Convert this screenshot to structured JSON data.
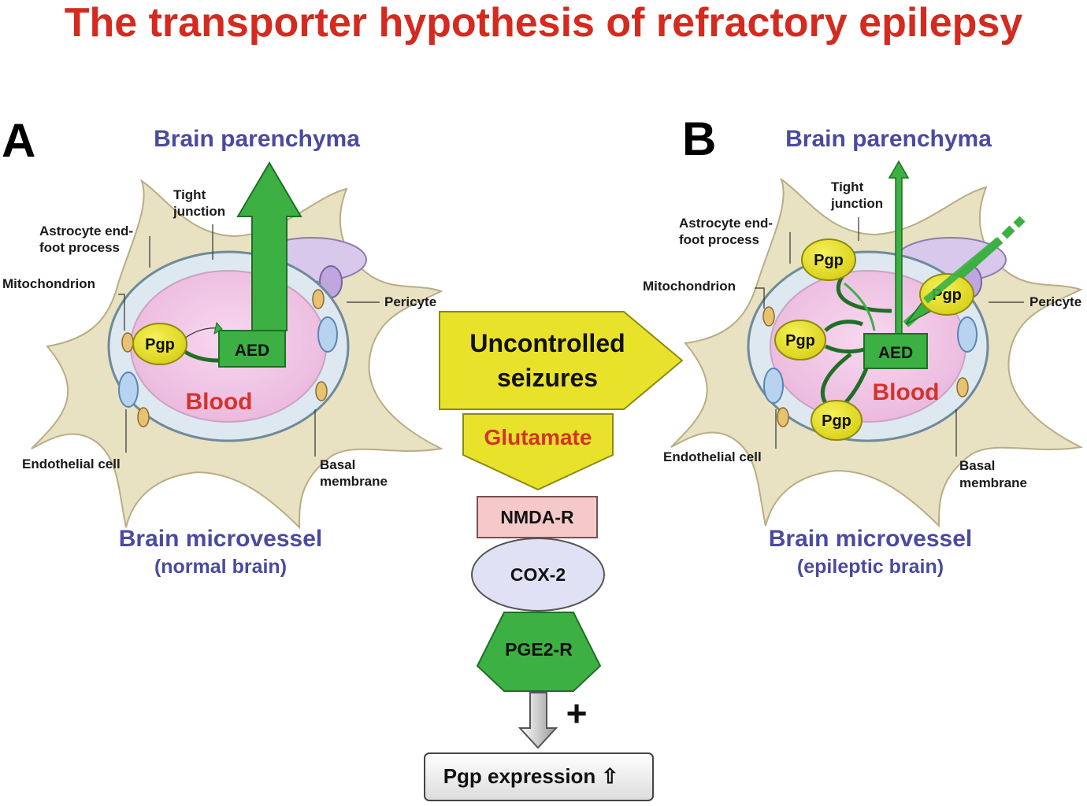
{
  "title": "The transporter hypothesis of refractory epilepsy",
  "colors": {
    "title": "#d42a1f",
    "heading_blue": "#4a4aa0",
    "blood_red": "#d4332a",
    "green": "#3cb043",
    "yellow": "#e9e22a",
    "pink_blood": "#f3c9ea",
    "cytoplasm": "#dde8f1",
    "astrocyte": "#e8e2c2"
  },
  "panel_a": {
    "letter": "A",
    "top_heading": "Brain parenchyma",
    "blood": "Blood",
    "pgp": "Pgp",
    "aed": "AED",
    "labels": {
      "tight_junction_1": "Tight",
      "tight_junction_2": "junction",
      "astrocyte_1": "Astrocyte end-",
      "astrocyte_2": "foot process",
      "mitochondrion": "Mitochondrion",
      "pericyte": "Pericyte",
      "endothelial": "Endothelial cell",
      "basal_1": "Basal",
      "basal_2": "membrane"
    },
    "bottom_heading": "Brain microvessel",
    "bottom_sub": "(normal brain)"
  },
  "panel_b": {
    "letter": "B",
    "top_heading": "Brain parenchyma",
    "blood": "Blood",
    "pgp": "Pgp",
    "aed": "AED",
    "labels": {
      "tight_junction_1": "Tight",
      "tight_junction_2": "junction",
      "astrocyte_1": "Astrocyte end-",
      "astrocyte_2": "foot process",
      "mitochondrion": "Mitochondrion",
      "pericyte": "Pericyte",
      "endothelial": "Endothelial cell",
      "basal_1": "Basal",
      "basal_2": "membrane"
    },
    "bottom_heading": "Brain microvessel",
    "bottom_sub": "(epileptic brain)"
  },
  "pathway": {
    "seizures_1": "Uncontrolled",
    "seizures_2": "seizures",
    "glutamate": "Glutamate",
    "nmda": "NMDA-R",
    "cox2": "COX-2",
    "pge2": "PGE2-R",
    "plus": "+",
    "result": "Pgp expression ⇧"
  }
}
